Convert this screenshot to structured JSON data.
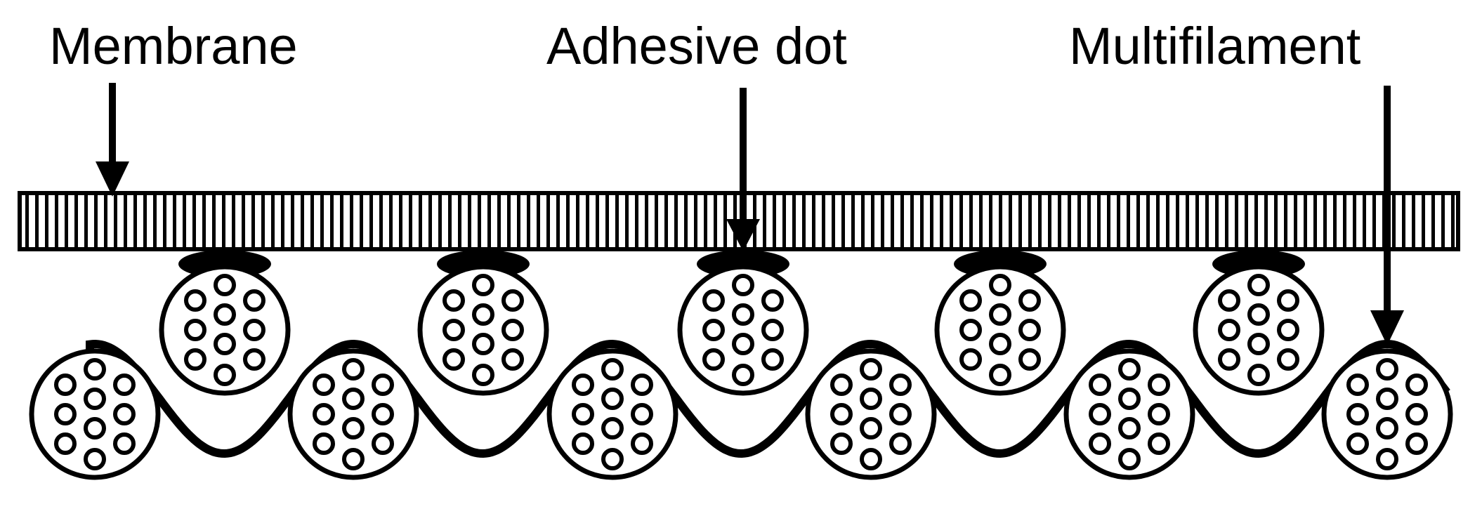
{
  "labels": {
    "membrane": "Membrane",
    "adhesive_dot": "Adhesive dot",
    "multifilament": "Multifilament"
  },
  "colors": {
    "ink": "#000000",
    "background": "#ffffff"
  }
}
